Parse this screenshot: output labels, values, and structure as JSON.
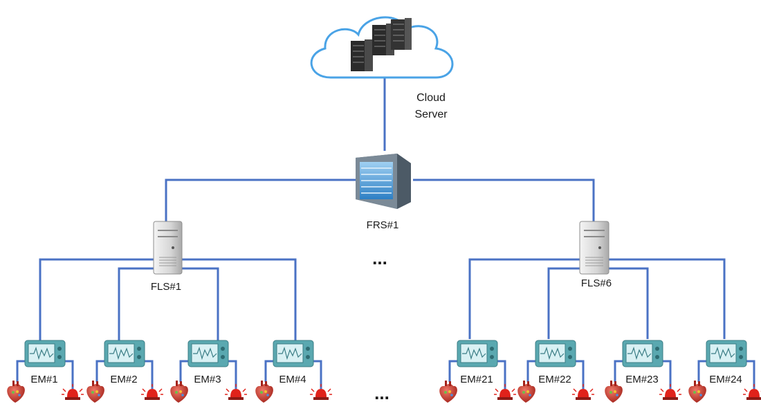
{
  "colors": {
    "line": "#4a72c4",
    "cloud_stroke": "#4aa3e6",
    "monitor_body": "#5aa8b0",
    "monitor_screen": "#d9f1f4",
    "heart": "#c0392b",
    "alarm": "#e0221b",
    "text": "#1a1a1a"
  },
  "cloud": {
    "label_line1": "Cloud",
    "label_line2": "Server",
    "icon": "server-rack-icon"
  },
  "frs": {
    "label": "FRS#1",
    "icon": "blue-server-icon"
  },
  "fls": [
    {
      "label": "FLS#1",
      "icon": "server-tower-icon"
    },
    {
      "label": "FLS#6",
      "icon": "server-tower-icon"
    }
  ],
  "ellipsis": {
    "middle": "...",
    "bottom": "..."
  },
  "monitors": [
    {
      "label": "EM#1"
    },
    {
      "label": "EM#2"
    },
    {
      "label": "EM#3"
    },
    {
      "label": "EM#4"
    },
    {
      "label": "EM#21"
    },
    {
      "label": "EM#22"
    },
    {
      "label": "EM#23"
    },
    {
      "label": "EM#24"
    }
  ],
  "device_icons": {
    "monitor": "ecg-monitor-icon",
    "sensor": "heart-sensor-icon",
    "alarm": "alarm-light-icon"
  }
}
